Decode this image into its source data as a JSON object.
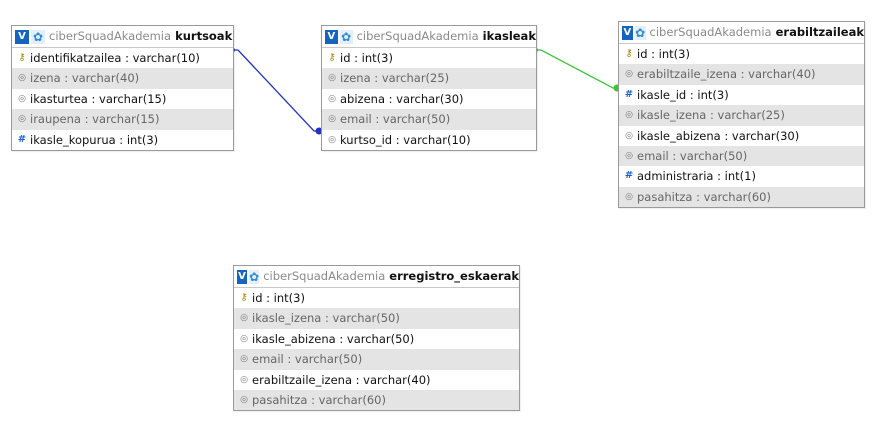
{
  "database": "ciberSquadAkademia",
  "header_button_label": "V",
  "colors": {
    "relation_kurtsoak_ikasleak": "#2230c8",
    "relation_ikasleak_erabiltzaileak": "#3ec33e"
  },
  "tables": [
    {
      "id": "kurtsoak",
      "name": "kurtsoak",
      "columns": [
        {
          "text": "identifikatzailea : varchar(10)",
          "icon": "key-icon",
          "style": "plain"
        },
        {
          "text": "izena : varchar(40)",
          "icon": "text-icon",
          "style": "alt"
        },
        {
          "text": "ikasturtea : varchar(15)",
          "icon": "text-icon",
          "style": "plain"
        },
        {
          "text": "iraupena : varchar(15)",
          "icon": "text-icon",
          "style": "alt"
        },
        {
          "text": "ikasle_kopurua : int(3)",
          "icon": "number-icon",
          "style": "plain"
        }
      ]
    },
    {
      "id": "ikasleak",
      "name": "ikasleak",
      "columns": [
        {
          "text": "id : int(3)",
          "icon": "key-icon",
          "style": "plain"
        },
        {
          "text": "izena : varchar(25)",
          "icon": "text-icon",
          "style": "alt"
        },
        {
          "text": "abizena : varchar(30)",
          "icon": "text-icon",
          "style": "plain"
        },
        {
          "text": "email : varchar(50)",
          "icon": "text-icon",
          "style": "alt"
        },
        {
          "text": "kurtso_id : varchar(10)",
          "icon": "text-icon",
          "style": "plain"
        }
      ]
    },
    {
      "id": "erabiltzaileak",
      "name": "erabiltzaileak",
      "columns": [
        {
          "text": "id : int(3)",
          "icon": "key-icon",
          "style": "plain"
        },
        {
          "text": "erabiltzaile_izena : varchar(40)",
          "icon": "text-icon",
          "style": "alt"
        },
        {
          "text": "ikasle_id : int(3)",
          "icon": "number-icon",
          "style": "plain"
        },
        {
          "text": "ikasle_izena : varchar(25)",
          "icon": "text-icon",
          "style": "alt"
        },
        {
          "text": "ikasle_abizena : varchar(30)",
          "icon": "text-icon",
          "style": "plain"
        },
        {
          "text": "email : varchar(50)",
          "icon": "text-icon",
          "style": "alt"
        },
        {
          "text": "administraria : int(1)",
          "icon": "number-icon",
          "style": "plain"
        },
        {
          "text": "pasahitza : varchar(60)",
          "icon": "text-icon",
          "style": "alt"
        }
      ]
    },
    {
      "id": "erregistro_eskaerak",
      "name": "erregistro_eskaerak",
      "columns": [
        {
          "text": "id : int(3)",
          "icon": "key-icon",
          "style": "plain"
        },
        {
          "text": "ikasle_izena : varchar(50)",
          "icon": "text-icon",
          "style": "alt"
        },
        {
          "text": "ikasle_abizena : varchar(50)",
          "icon": "text-icon",
          "style": "plain"
        },
        {
          "text": "email : varchar(50)",
          "icon": "text-icon",
          "style": "alt"
        },
        {
          "text": "erabiltzaile_izena : varchar(40)",
          "icon": "text-icon",
          "style": "plain"
        },
        {
          "text": "pasahitza : varchar(60)",
          "icon": "text-icon",
          "style": "alt"
        }
      ]
    }
  ]
}
